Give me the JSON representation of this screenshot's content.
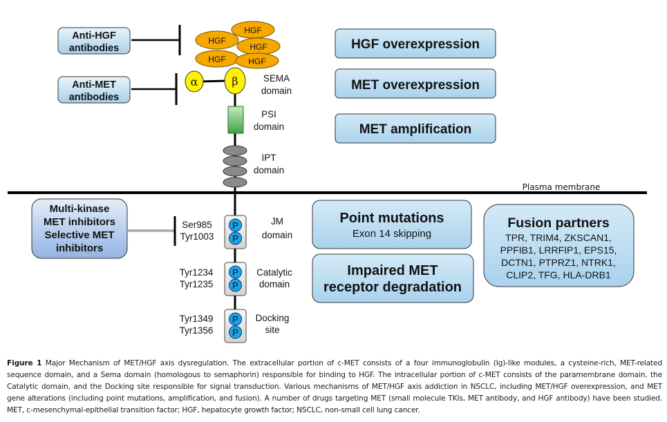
{
  "diagram": {
    "therapies": {
      "anti_hgf": [
        "Anti-HGF",
        "antibodies"
      ],
      "anti_met": [
        "Anti-MET",
        "antibodies"
      ],
      "kinase_inhibitors": [
        "Multi-kinase",
        "MET inhibitors",
        "Selective MET",
        "inhibitors"
      ]
    },
    "ligand": {
      "label": "HGF",
      "count": 5
    },
    "receptor": {
      "alpha_symbol": "α",
      "beta_symbol": "β",
      "domains": {
        "sema": [
          "SEMA",
          "domain"
        ],
        "psi": [
          "PSI",
          "domain"
        ],
        "ipt": [
          "IPT",
          "domain"
        ],
        "jm": [
          "JM",
          "domain"
        ],
        "catalytic": [
          "Catalytic",
          "domain"
        ],
        "docking": [
          "Docking",
          "site"
        ]
      },
      "phospho_symbol": "P",
      "residues": {
        "jm": [
          "Ser985",
          "Tyr1003"
        ],
        "catalytic": [
          "Tyr1234",
          "Tyr1235"
        ],
        "docking": [
          "Tyr1349",
          "Tyr1356"
        ]
      }
    },
    "membrane_label": "Plasma membrane",
    "mechanisms": {
      "hgf_overexpression": "HGF overexpression",
      "met_overexpression": "MET overexpression",
      "met_amplification": "MET amplification",
      "point_mutations": {
        "title": "Point mutations",
        "subtitle": "Exon 14 skipping"
      },
      "impaired_degradation": [
        "Impaired MET",
        "receptor degradation"
      ],
      "fusion_partners": {
        "title": "Fusion partners",
        "lines": [
          "TPR, TRIM4, ZKSCAN1,",
          "PPFIB1, LRRFIP1, EPS15,",
          "DCTN1, PTPRZ1, NTRK1,",
          "CLIP2, TFG, HLA-DRB1"
        ]
      }
    },
    "colors": {
      "hgf_fill": "#F5A800",
      "alpha_beta_fill": "#FFF200",
      "psi_fill": "#5DB85D",
      "ipt_fill": "#808080",
      "phospho_fill": "#1BA3E8",
      "box_fill": "#BFDDF0",
      "inhibitor_box_fill": "#A9C4E8"
    }
  },
  "caption": {
    "label": "Figure 1",
    "text": " Major Mechanism of MET/HGF axis dysregulation. The extracellular portion of c-MET consists of a four immunoglobulin (Ig)-like modules, a cysteine-rich, MET-related sequence domain, and a Sema domain (homologous to semaphorin) responsible for binding to HGF. The intracellular portion of c-MET consists of the paramembrane domain, the Catalytic domain, and the Docking site responsible for signal transduction. Various mechanisms of MET/HGF axis addiction in NSCLC, including MET/HGF overexpression, and MET gene alterations (including point mutations, amplification, and fusion). A number of drugs targeting MET (small molecule TKIs, MET antibody, and HGF antibody) have been studied. MET, c-mesenchymal-epithelial transition factor; HGF, hepatocyte growth factor; NSCLC, non-small cell lung cancer."
  }
}
